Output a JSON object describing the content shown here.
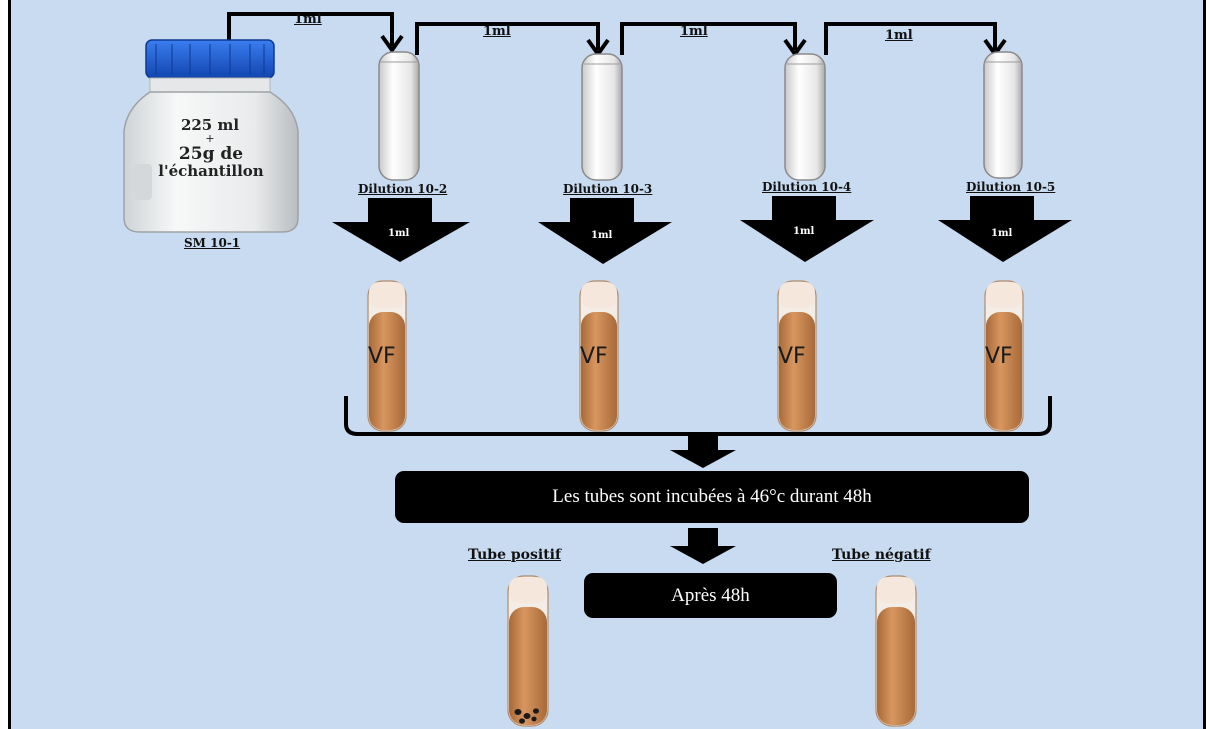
{
  "transfer_volume": "1ml",
  "bottle": {
    "volume": "225 ml",
    "plus": "+",
    "sample_line1": "25g de",
    "sample_line2": "l'échantillon",
    "label": "SM 10-1"
  },
  "dilutions": [
    {
      "label": "Dilution 10-2",
      "medium": "VF"
    },
    {
      "label": "Dilution 10-3",
      "medium": "VF"
    },
    {
      "label": "Dilution 10-4",
      "medium": "VF"
    },
    {
      "label": "Dilution 10-5",
      "medium": "VF"
    }
  ],
  "incubation_box": "Les tubes sont incubées à 46°c durant 48h",
  "after_box": "Après 48h",
  "positive_tube_label": "Tube positif",
  "negative_tube_label": "Tube négatif",
  "colors": {
    "background": "#c9dbf0",
    "medium": "#c98a56",
    "cap": "#1f5fd6",
    "arrow": "#000000"
  }
}
